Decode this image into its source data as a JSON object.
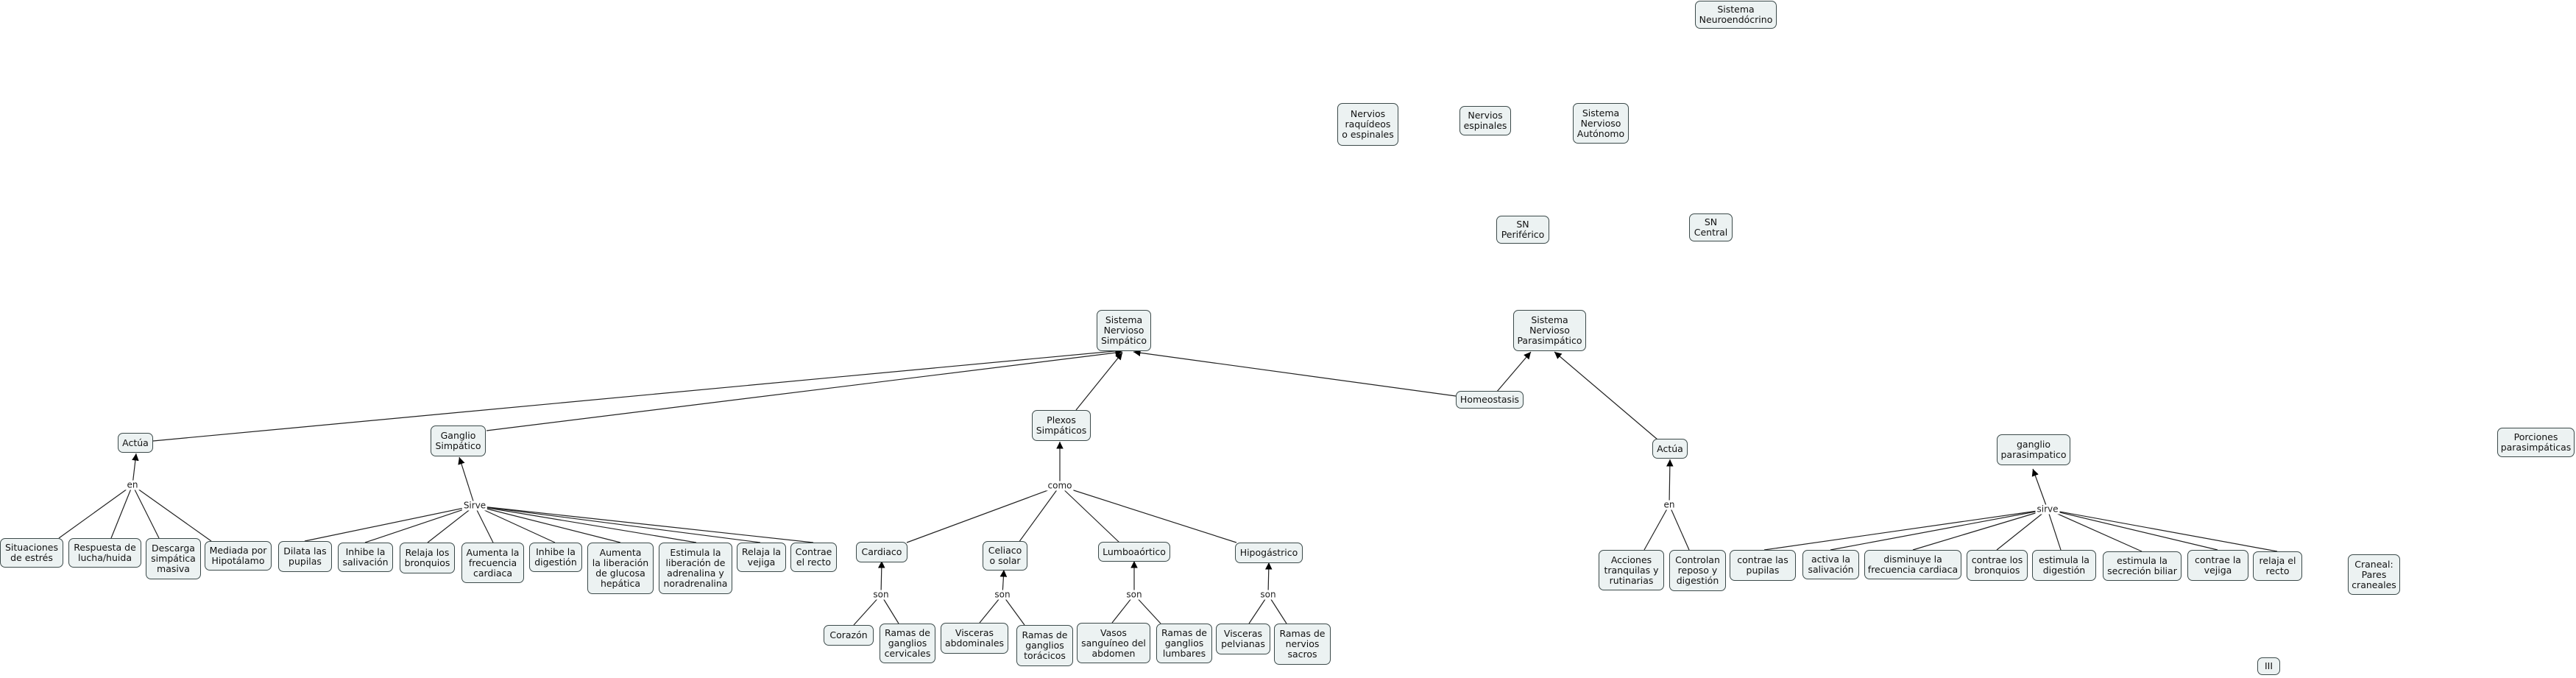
{
  "nodes": {
    "sistema_neuroendocrino": "Sistema\nNeuroendócrino",
    "nervios_raquideos": "Nervios\nraquídeos\no espinales",
    "nervios_espinales": "Nervios\nespinales",
    "sn_autonomo": "Sistema\nNervioso\nAutónomo",
    "sn_periferico": "SN\nPeriférico",
    "sn_central": "SN\nCentral",
    "sn_simpatico": "Sistema\nNervioso\nSimpático",
    "sn_parasimpatico": "Sistema\nNervioso\nParasimpático",
    "homeostasis": "Homeostasis",
    "plexos_simpaticos": "Plexos\nSimpáticos",
    "ganglio_simpatico": "Ganglio\nSimpático",
    "actua_left": "Actúa",
    "actua_right": "Actúa",
    "ganglio_parasimpatico": "ganglio\nparasimpatico",
    "porciones_parasimpaticas": "Porciones\nparasimpáticas",
    "situaciones_estres": "Situaciones\nde estrés",
    "respuesta_lucha": "Respuesta de\nlucha/huida",
    "descarga_simpatica": "Descarga\nsimpática\nmasiva",
    "mediada_hipotalamo": "Mediada por\nHipotálamo",
    "dilata_pupilas": "Dilata las\npupilas",
    "inhibe_salivacion": "Inhibe la\nsalivación",
    "relaja_bronquios": "Relaja los\nbronquios",
    "aumenta_frecuencia": "Aumenta la\nfrecuencia\ncardiaca",
    "inhibe_digestion": "Inhibe la\ndigestión",
    "aumenta_glucosa": "Aumenta\nla liberación\nde glucosa\nhepática",
    "estimula_adrenalina": "Estimula la\nliberación de\nadrenalina y\nnoradrenalina",
    "relaja_vejiga": "Relaja la\nvejiga",
    "contrae_recto": "Contrae\nel recto",
    "cardiaco": "Cardiaco",
    "celiaco": "Celiaco\no solar",
    "lumboaortico": "Lumboaórtico",
    "hipogastrico": "Hipogástrico",
    "corazon": "Corazón",
    "ramas_cervicales": "Ramas de\nganglios\ncervicales",
    "visceras_abdominales": "Visceras\nabdominales",
    "ramas_toracicos": "Ramas de\nganglios\ntorácicos",
    "vasos_sanguineos": "Vasos\nsanguíneo del\nabdomen",
    "ramas_lumbares": "Ramas de\nganglios\nlumbares",
    "visceras_pelvianas": "Visceras\npelvianas",
    "ramas_sacros": "Ramas de\nnervios\nsacros",
    "acciones_tranquilas": "Acciones\ntranquilas y\nrutinarias",
    "controlan_reposo": "Controlan\nreposo y\ndigestión",
    "contrae_pupilas": "contrae las\npupilas",
    "activa_salivacion": "activa la\nsalivación",
    "disminuye_frecuencia": "disminuye la\nfrecuencia cardiaca",
    "contrae_bronquios": "contrae los\nbronquios",
    "estimula_digestion": "estimula la\ndigestión",
    "estimula_biliar": "estimula la\nsecreción biliar",
    "contrae_vejiga": "contrae la\nvejiga",
    "relaja_recto": "relaja el\nrecto",
    "craneal_pares": "Craneal:\nPares\ncraneales",
    "iii": "III"
  },
  "link_labels": {
    "en_left": "en",
    "sirve_left": "Sirve",
    "como": "como",
    "son_1": "son",
    "son_2": "son",
    "son_3": "son",
    "son_4": "son",
    "en_right": "en",
    "sirve_right": "sirve"
  },
  "colors": {
    "node_fill": "#ecf2f2",
    "node_border": "#3c4a4a",
    "line": "#222222"
  }
}
